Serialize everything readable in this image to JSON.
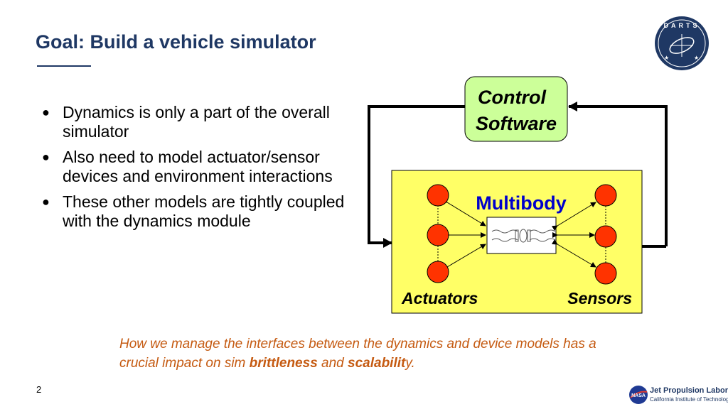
{
  "slide": {
    "title": "Goal: Build a vehicle simulator",
    "page_number": "2"
  },
  "bullets": [
    "Dynamics is only a part of the overall simulator",
    "Also need to model actuator/sensor devices and environment interactions",
    "These other models are tightly coupled with the dynamics module"
  ],
  "diagram": {
    "control_line1": "Control",
    "control_line2": "Software",
    "multibody": "Multibody",
    "actuators": "Actuators",
    "sensors": "Sensors"
  },
  "note": {
    "part1": "How we manage the interfaces between the dynamics and device models has a crucial impact on sim ",
    "bold1": "brittleness",
    "part2": " and ",
    "bold2": "scalabilit",
    "part3": "y."
  },
  "logo": {
    "letters": "DARTS"
  },
  "footer": {
    "org_name": "Jet Propulsion Laboratory",
    "org_sub": "California Institute of Technology",
    "nasa": "NASA"
  },
  "colors": {
    "title": "#1f3864",
    "control_box": "#ccff99",
    "multibody_box": "#ffff66",
    "node": "#ff3300",
    "note": "#c55a11",
    "multibody_text": "#0000cc"
  }
}
